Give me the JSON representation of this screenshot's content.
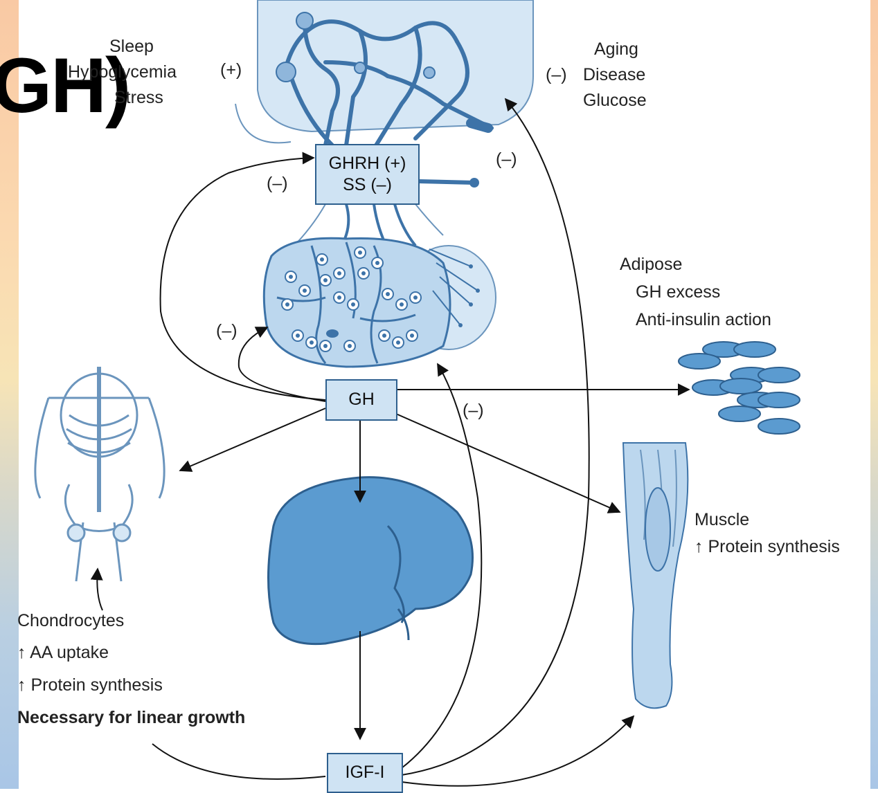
{
  "slide_title_fragment": "GH)",
  "stimulators": {
    "line1": "Sleep",
    "line2": "Hypoglycemia",
    "line3": "Stress",
    "sign": "(+)"
  },
  "inhibitors": {
    "sign": "(–)",
    "line1": "Aging",
    "line2": "Disease",
    "line3": "Glucose"
  },
  "hypothalamus_box": {
    "line1": "GHRH (+)",
    "line2": "SS (–)"
  },
  "feedback_signs": {
    "near_ghrh_left": "(–)",
    "near_ghrh_right": "(–)",
    "near_pituitary": "(–)",
    "near_gh_right": "(–)"
  },
  "gh_box": "GH",
  "igf_box": "IGF-I",
  "adipose": {
    "title": "Adipose",
    "line1": "GH excess",
    "line2": "Anti-insulin action"
  },
  "muscle": {
    "title": "Muscle",
    "line1": "↑ Protein synthesis"
  },
  "chondrocytes": {
    "title": "Chondrocytes",
    "line1": "↑ AA uptake",
    "line2": "↑ Protein synthesis",
    "line3": "Necessary for linear growth"
  },
  "colors": {
    "tissue_fill": "#bcd7ee",
    "tissue_stroke": "#3d73a8",
    "liver": "#5b9bd0",
    "box_fill": "#cfe3f3"
  }
}
